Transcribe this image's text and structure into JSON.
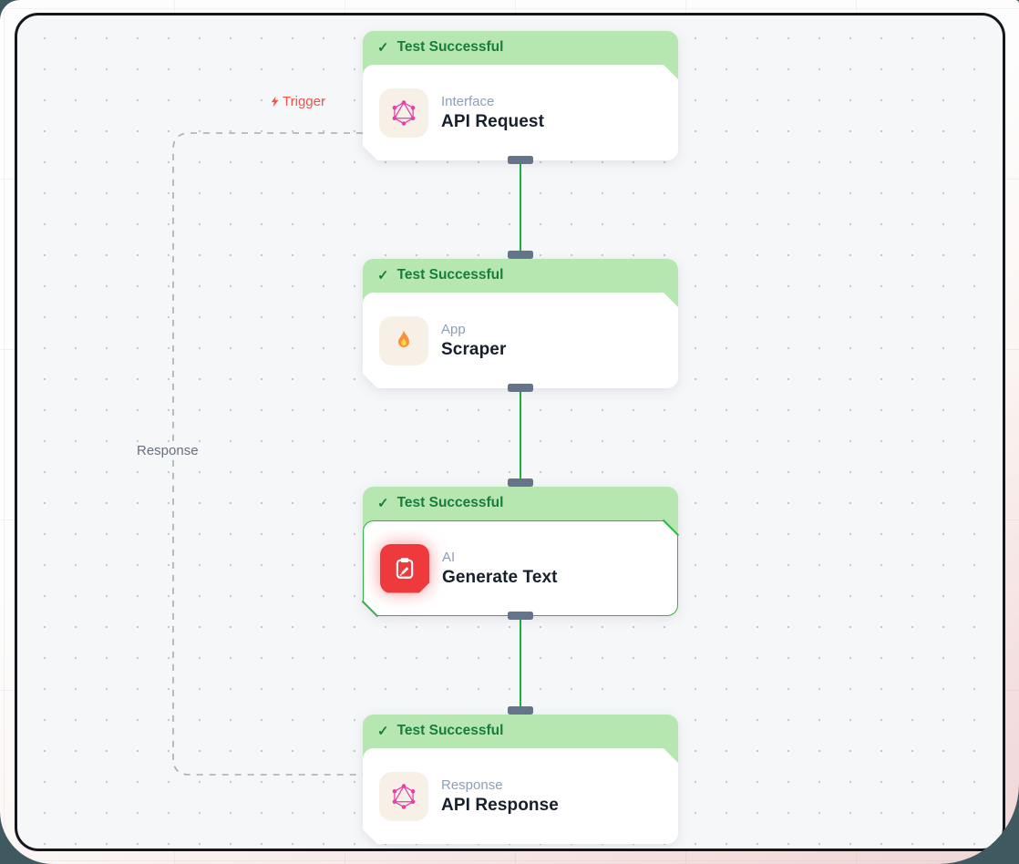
{
  "canvas": {
    "trigger_label": "Trigger",
    "response_label": "Response"
  },
  "nodes": [
    {
      "status": "Test Successful",
      "check": "✓",
      "category": "Interface",
      "title": "API Request",
      "icon": "graphql-icon",
      "selected": false
    },
    {
      "status": "Test Successful",
      "check": "✓",
      "category": "App",
      "title": "Scraper",
      "icon": "flame-icon",
      "selected": false
    },
    {
      "status": "Test Successful",
      "check": "✓",
      "category": "AI",
      "title": "Generate Text",
      "icon": "clipboard-pencil-icon",
      "selected": true
    },
    {
      "status": "Test Successful",
      "check": "✓",
      "category": "Response",
      "title": "API Response",
      "icon": "graphql-icon",
      "selected": false
    }
  ],
  "colors": {
    "banner_bg": "#b7e7b1",
    "banner_text": "#177d3f",
    "connector_green": "#1fae3c",
    "connector_cap": "#64748b",
    "selected_border": "#2fb344",
    "trigger_red": "#f0534b",
    "ai_icon_red": "#ee3a3c",
    "graphql_pink": "#e63fa9",
    "canvas_bg": "#f6f7f9",
    "frame_border": "#14171c",
    "outer_teal": "#40585f"
  }
}
